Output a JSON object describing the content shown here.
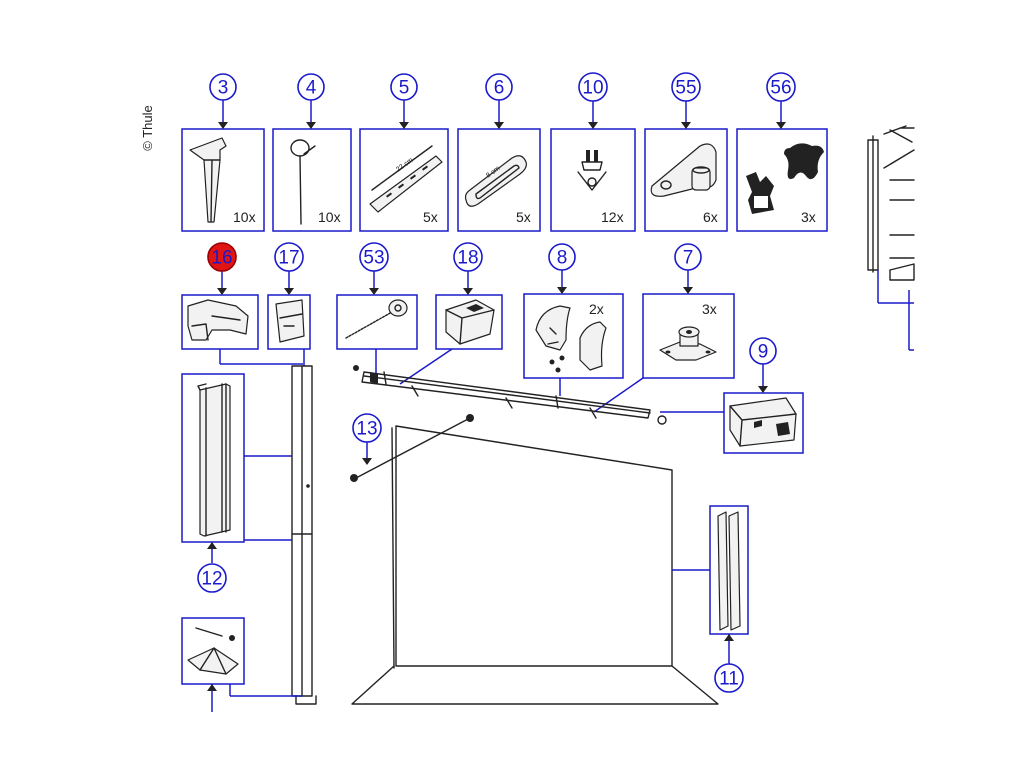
{
  "copyright": "© Thule",
  "callouts": {
    "c3": "3",
    "c4": "4",
    "c5": "5",
    "c6": "6",
    "c10": "10",
    "c55": "55",
    "c56": "56",
    "c16": "16",
    "c17": "17",
    "c53": "53",
    "c18": "18",
    "c8": "8",
    "c7": "7",
    "c9": "9",
    "c13": "13",
    "c12": "12",
    "c11": "11"
  },
  "quantities": {
    "q3": "10x",
    "q4": "10x",
    "q5": "5x",
    "q6": "5x",
    "q10": "12x",
    "q55": "6x",
    "q56": "3x",
    "q8": "2x",
    "q7": "3x"
  },
  "dimensions": {
    "d5": "22 cm",
    "d6": "8 cm"
  },
  "colors": {
    "callout": "#1a1acc",
    "highlight": "#e11414",
    "line_art": "#222222"
  }
}
